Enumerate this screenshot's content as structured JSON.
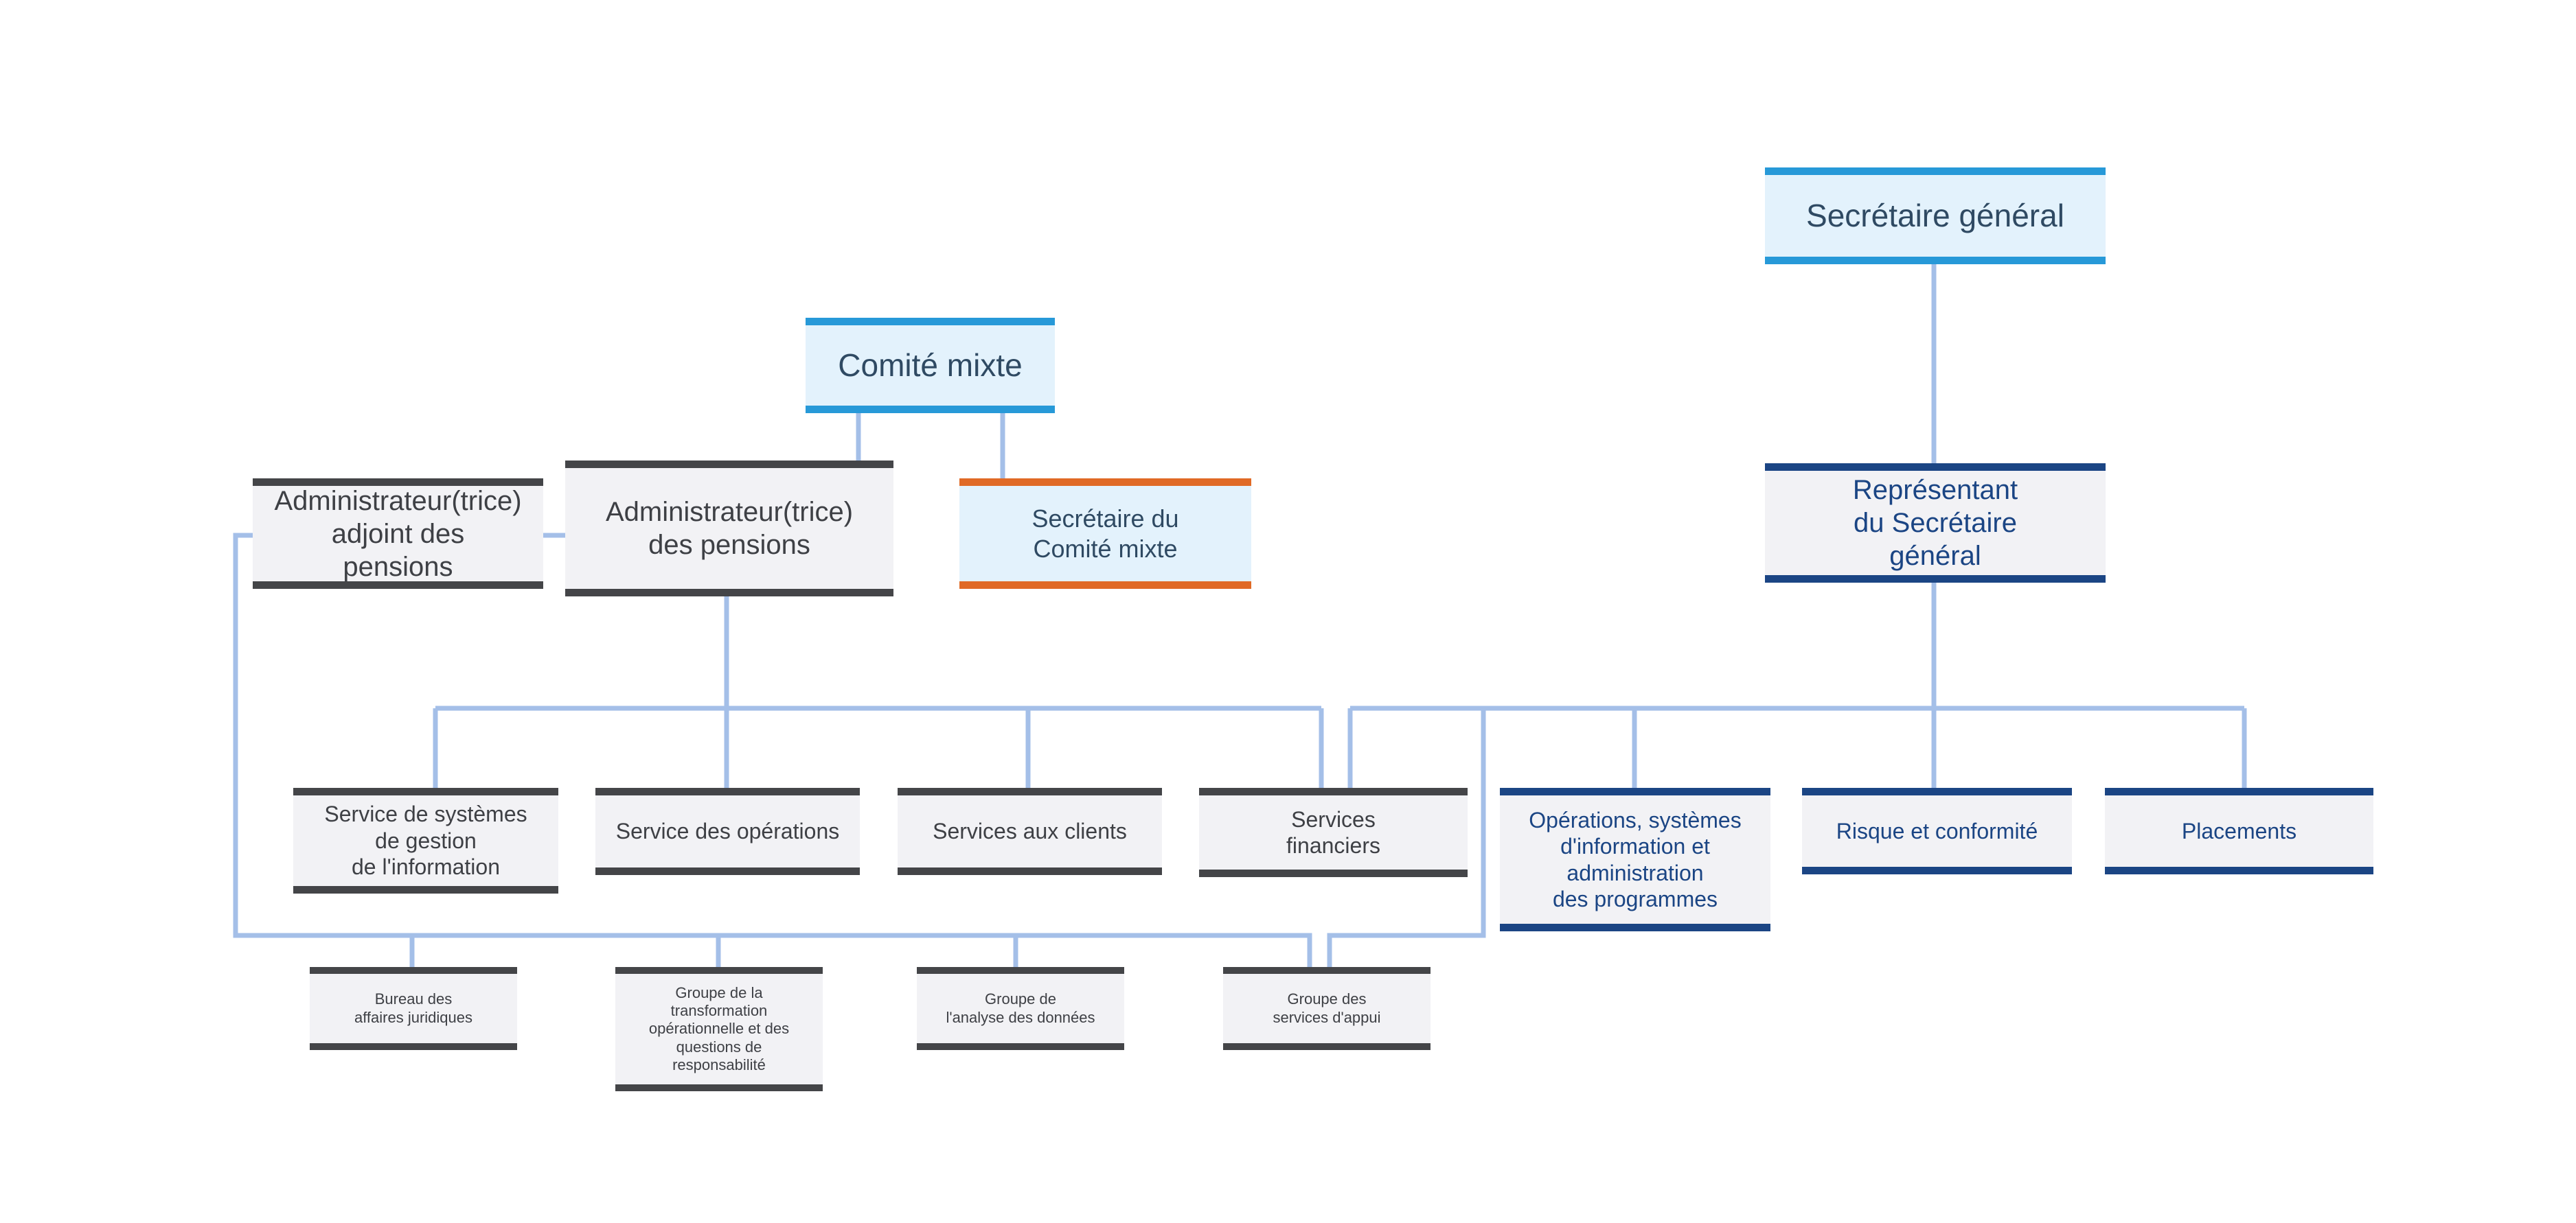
{
  "colors": {
    "connector": "#a4bfe8",
    "accent_blue": "#2799d8",
    "accent_orange": "#e06a26",
    "dark_border": "#444548",
    "navy": "#1b4584",
    "light_fill": "#e3f2fc",
    "grey_fill": "#f2f2f5"
  },
  "nodes": {
    "secretaire_general": "Secrétaire général",
    "comite_mixte": "Comité mixte",
    "representant": "Représentant\ndu Secrétaire\ngénéral",
    "administrateur": "Administrateur(trice)\ndes pensions",
    "administrateur_adjoint": "Administrateur(trice)\nadjoint des\npensions",
    "secretaire_comite": "Secrétaire du\nComité mixte",
    "service_systemes": "Service de systèmes\nde gestion\nde l'information",
    "service_operations": "Service des opérations",
    "services_clients": "Services aux clients",
    "services_financiers": "Services\nfinanciers",
    "operations_systemes": "Opérations, systèmes\nd'information et\nadministration\ndes programmes",
    "risque": "Risque et conformité",
    "placements": "Placements",
    "bureau_juridique": "Bureau des\naffaires juridiques",
    "groupe_transformation": "Groupe de la\ntransformation\nopérationnelle et des\nquestions de\nresponsabilité",
    "groupe_analyse": "Groupe de\nl'analyse des données",
    "groupe_appui": "Groupe des\nservices d'appui"
  }
}
